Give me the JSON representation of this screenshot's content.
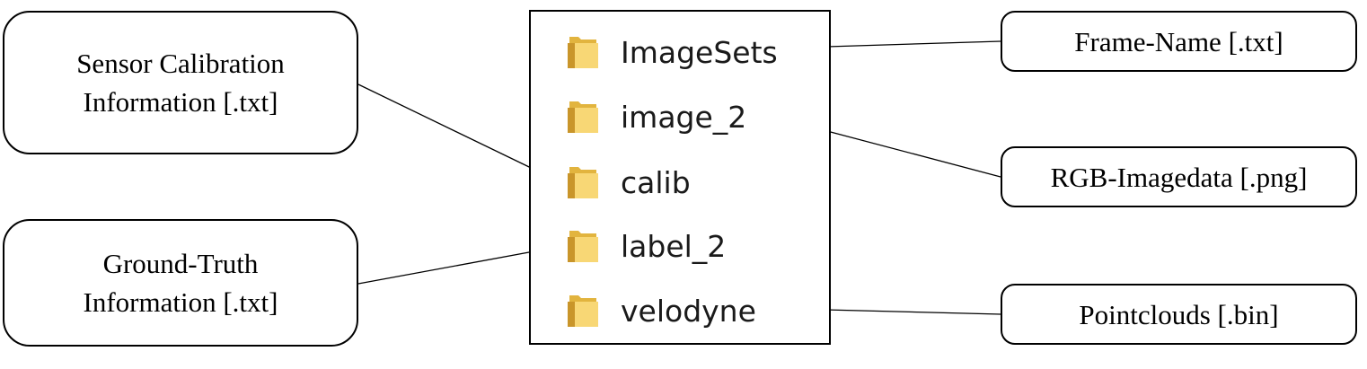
{
  "left_boxes": [
    {
      "id": "calib_info",
      "text": "Sensor Calibration\nInformation [.txt]"
    },
    {
      "id": "ground_truth",
      "text": "Ground-Truth\nInformation [.txt]"
    }
  ],
  "folders": [
    {
      "name": "ImageSets",
      "icon": "folder-icon"
    },
    {
      "name": "image_2",
      "icon": "folder-icon"
    },
    {
      "name": "calib",
      "icon": "folder-icon"
    },
    {
      "name": "label_2",
      "icon": "folder-icon"
    },
    {
      "name": "velodyne",
      "icon": "folder-icon"
    }
  ],
  "right_boxes": [
    {
      "id": "frame_name",
      "text": "Frame-Name [.txt]"
    },
    {
      "id": "rgb_imagedata",
      "text": "RGB-Imagedata [.png]"
    },
    {
      "id": "pointclouds",
      "text": "Pointclouds [.bin]"
    }
  ],
  "connections": [
    {
      "from": "calib_info",
      "to": "calib"
    },
    {
      "from": "ground_truth",
      "to": "label_2"
    },
    {
      "from": "frame_name",
      "to": "ImageSets"
    },
    {
      "from": "rgb_imagedata",
      "to": "image_2"
    },
    {
      "from": "pointclouds",
      "to": "velodyne"
    }
  ],
  "colors": {
    "folder_front": "#F8D775",
    "folder_back": "#E2B43E",
    "line": "#000000"
  }
}
